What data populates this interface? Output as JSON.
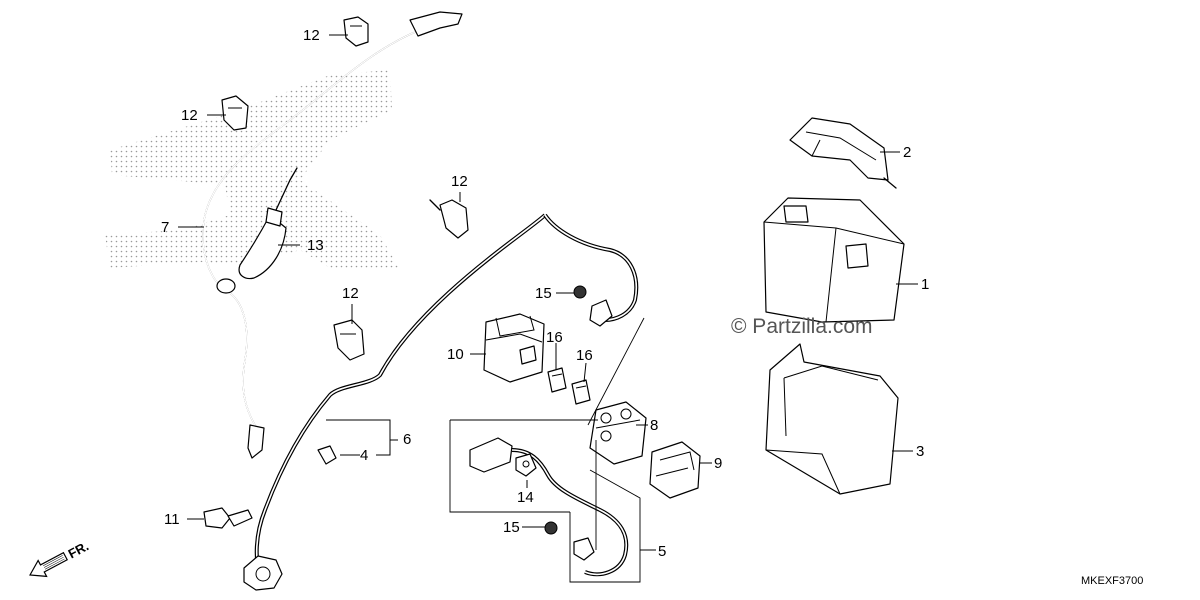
{
  "watermark": "© Partzilla.com",
  "diagram_code": "MKEXF3700",
  "direction_label": "FR.",
  "callouts": {
    "c1": "1",
    "c2": "2",
    "c3": "3",
    "c4": "4",
    "c5": "5",
    "c6": "6",
    "c7": "7",
    "c8": "8",
    "c9": "9",
    "c10": "10",
    "c11": "11",
    "c12a": "12",
    "c12b": "12",
    "c12c": "12",
    "c12d": "12",
    "c13": "13",
    "c14": "14",
    "c15a": "15",
    "c15b": "15",
    "c16a": "16",
    "c16b": "16"
  }
}
